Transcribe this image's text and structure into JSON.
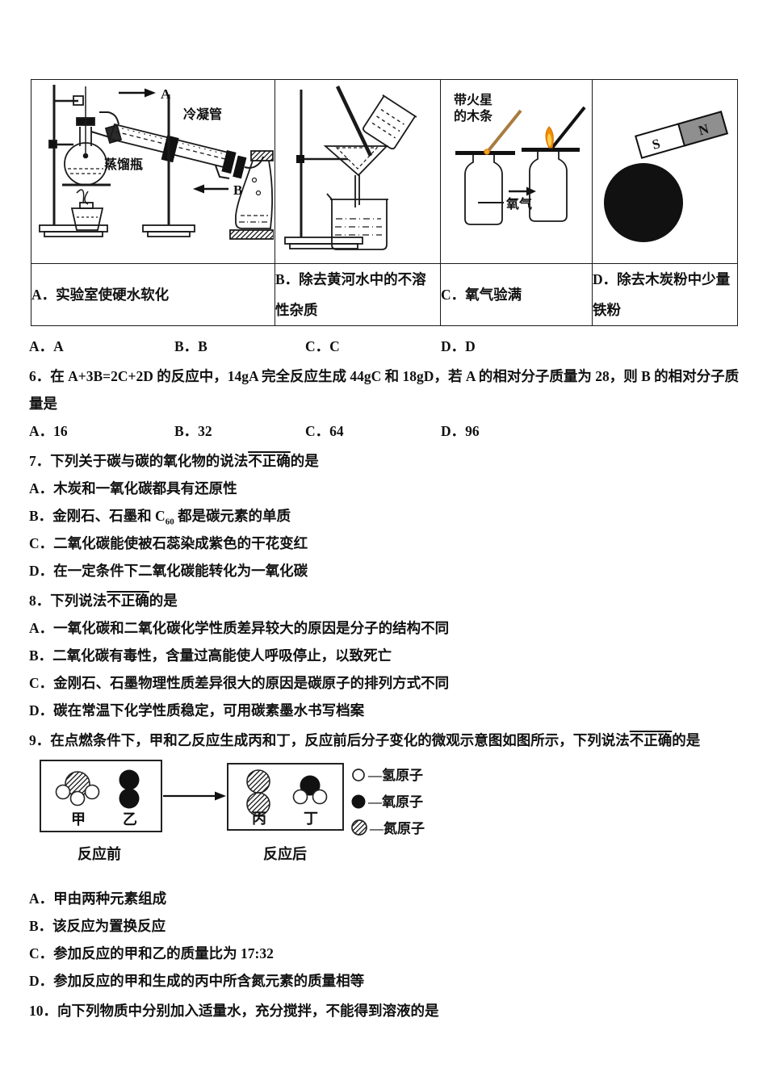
{
  "apparatus_table": {
    "captions": {
      "a": "A．实验室使硬水软化",
      "b": "B．除去黄河水中的不溶性杂质",
      "c": "C．氧气验满",
      "d": "D．除去木炭粉中少量铁粉"
    },
    "distillation": {
      "arrow_a": "A",
      "arrow_b": "B",
      "condenser_label": "冷凝管",
      "flask_label": "蒸馏瓶"
    },
    "oxygen_test": {
      "splint_label_line1": "带火星",
      "splint_label_line2": "的木条",
      "gas_label": "氧气"
    },
    "magnet": {
      "s_pole": "S",
      "n_pole": "N"
    }
  },
  "q5_answers": {
    "a": "A．A",
    "b": "B．B",
    "c": "C．C",
    "d": "D．D"
  },
  "q6": {
    "text": "6．在 A+3B=2C+2D 的反应中，14gA 完全反应生成 44gC 和 18gD，若 A 的相对分子质量为 28，则 B 的相对分子质量是",
    "options": {
      "a": "A．16",
      "b": "B．32",
      "c": "C．64",
      "d": "D．96"
    }
  },
  "q7": {
    "stem_pre": "7．下列关于碳与碳的氧化物的说法",
    "stem_emphasis": "不正确",
    "stem_post": "的是",
    "options": {
      "a": "A．木炭和一氧化碳都具有还原性",
      "b_pre": "B．金刚石、石墨和 C",
      "b_sub": "60",
      "b_post": " 都是碳元素的单质",
      "c": "C．二氧化碳能使被石蕊染成紫色的干花变红",
      "d": "D．在一定条件下二氧化碳能转化为一氧化碳"
    }
  },
  "q8": {
    "stem_pre": "8．下列说法",
    "stem_emphasis": "不正确",
    "stem_post": "的是",
    "options": {
      "a": "A．一氧化碳和二氧化碳化学性质差异较大的原因是分子的结构不同",
      "b": "B．二氧化碳有毒性，含量过高能使人呼吸停止，以致死亡",
      "c": "C．金刚石、石墨物理性质差异很大的原因是碳原子的排列方式不同",
      "d": "D．碳在常温下化学性质稳定，可用碳素墨水书写档案"
    }
  },
  "q9": {
    "stem_pre": "9．在点燃条件下，甲和乙反应生成丙和丁，反应前后分子变化的微观示意图如图所示，下列说法",
    "stem_emphasis": "不正确",
    "stem_post": "的是",
    "diagram": {
      "before_label": "反应前",
      "after_label": "反应后",
      "molecule_jia": "甲",
      "molecule_yi": "乙",
      "molecule_bing": "丙",
      "molecule_ding": "丁",
      "legend": [
        {
          "symbol": "hydrogen-atom",
          "label": "—氢原子"
        },
        {
          "symbol": "oxygen-atom",
          "label": "—氧原子"
        },
        {
          "symbol": "nitrogen-atom",
          "label": "—氮原子"
        }
      ]
    },
    "options": {
      "a": "A．甲由两种元素组成",
      "b": "B．该反应为置换反应",
      "c": "C．参加反应的甲和乙的质量比为 17:32",
      "d": "D．参加反应的甲和生成的丙中所含氮元素的质量相等"
    }
  },
  "q10": {
    "text": "10．向下列物质中分别加入适量水，充分搅拌，不能得到溶液的是"
  }
}
